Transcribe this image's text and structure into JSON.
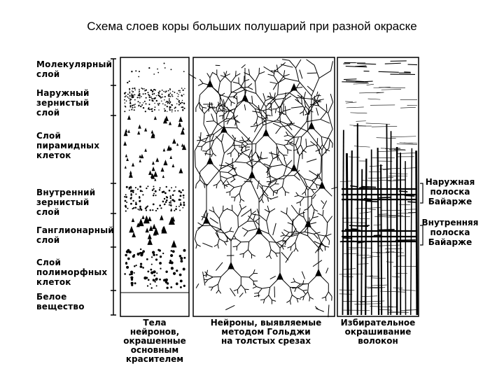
{
  "title": "Схема слоев коры больших полушарий при разной окраске",
  "layers": [
    {
      "line1": "Молекулярный",
      "line2": "слой",
      "line3": ""
    },
    {
      "line1": "Наружный",
      "line2": "зернистый слой",
      "line3": ""
    },
    {
      "line1": "Слой",
      "line2": "пирамидных",
      "line3": "клеток"
    },
    {
      "line1": "Внутренний",
      "line2": "зернистый слой",
      "line3": ""
    },
    {
      "line1": "Ганглионарный",
      "line2": "слой",
      "line3": ""
    },
    {
      "line1": "Слой",
      "line2": "полиморфных",
      "line3": "клеток"
    },
    {
      "line1": "Белое",
      "line2": "вещество",
      "line3": ""
    }
  ],
  "side_labels": {
    "outer_band": {
      "line1": "Наружная",
      "line2": "полоска",
      "line3": "Байарже"
    },
    "inner_band": {
      "line1": "Внутренняя",
      "line2": "полоска",
      "line3": "Байарже"
    }
  },
  "columns": [
    {
      "lines": [
        "Тела",
        "нейронов,",
        "окрашенные",
        "основным",
        "красителем"
      ]
    },
    {
      "lines": [
        "Нейроны, выявляемые",
        "методом Гольджи",
        "на толстых срезах"
      ]
    },
    {
      "lines": [
        "Избирательное",
        "окрашивание",
        "волокон"
      ]
    }
  ]
}
